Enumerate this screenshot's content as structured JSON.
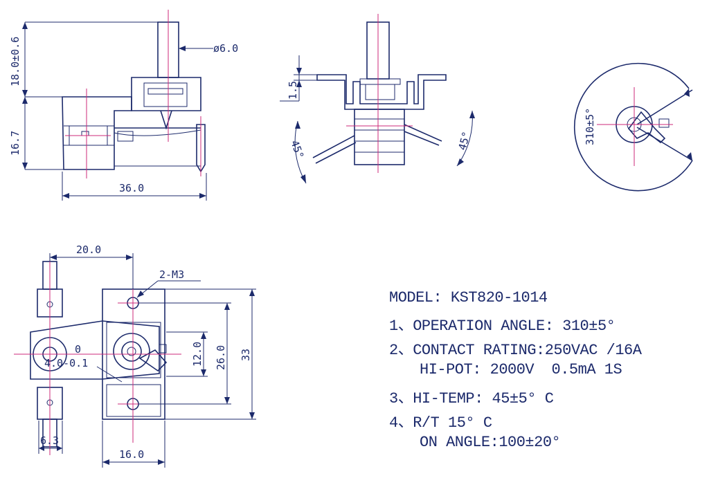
{
  "dimensions": {
    "height_18": "18.0±0.6",
    "height_16": "16.7",
    "width_36": "36.0",
    "shaft_dia": "ø6.0",
    "flange_1_5": "1.5",
    "angle_45_left": "45°",
    "angle_45_right": "45°",
    "rotation_310": "310±5°",
    "width_20": "20.0",
    "screw_label": "2-M3",
    "hole_dia": "4.0-0.1",
    "hole_tol_top": "0",
    "height_12": "12.0",
    "height_26": "26.0",
    "height_33": "33",
    "width_6_3": "6.3",
    "width_16": "16.0"
  },
  "specs": {
    "model": "MODEL: KST820-1014",
    "line1": "1、OPERATION ANGLE: 310±5°",
    "line2": "2、CONTACT RATING:250VAC /16A",
    "line2b": "HI-POT: 2000V  0.5mA 1S",
    "line3": "3、HI-TEMP: 45±5° C",
    "line4": "4、R/T 15° C",
    "line4b": "ON ANGLE:100±20°"
  },
  "colors": {
    "ink": "#1c2a6b",
    "centerline": "#cc2a7a"
  }
}
